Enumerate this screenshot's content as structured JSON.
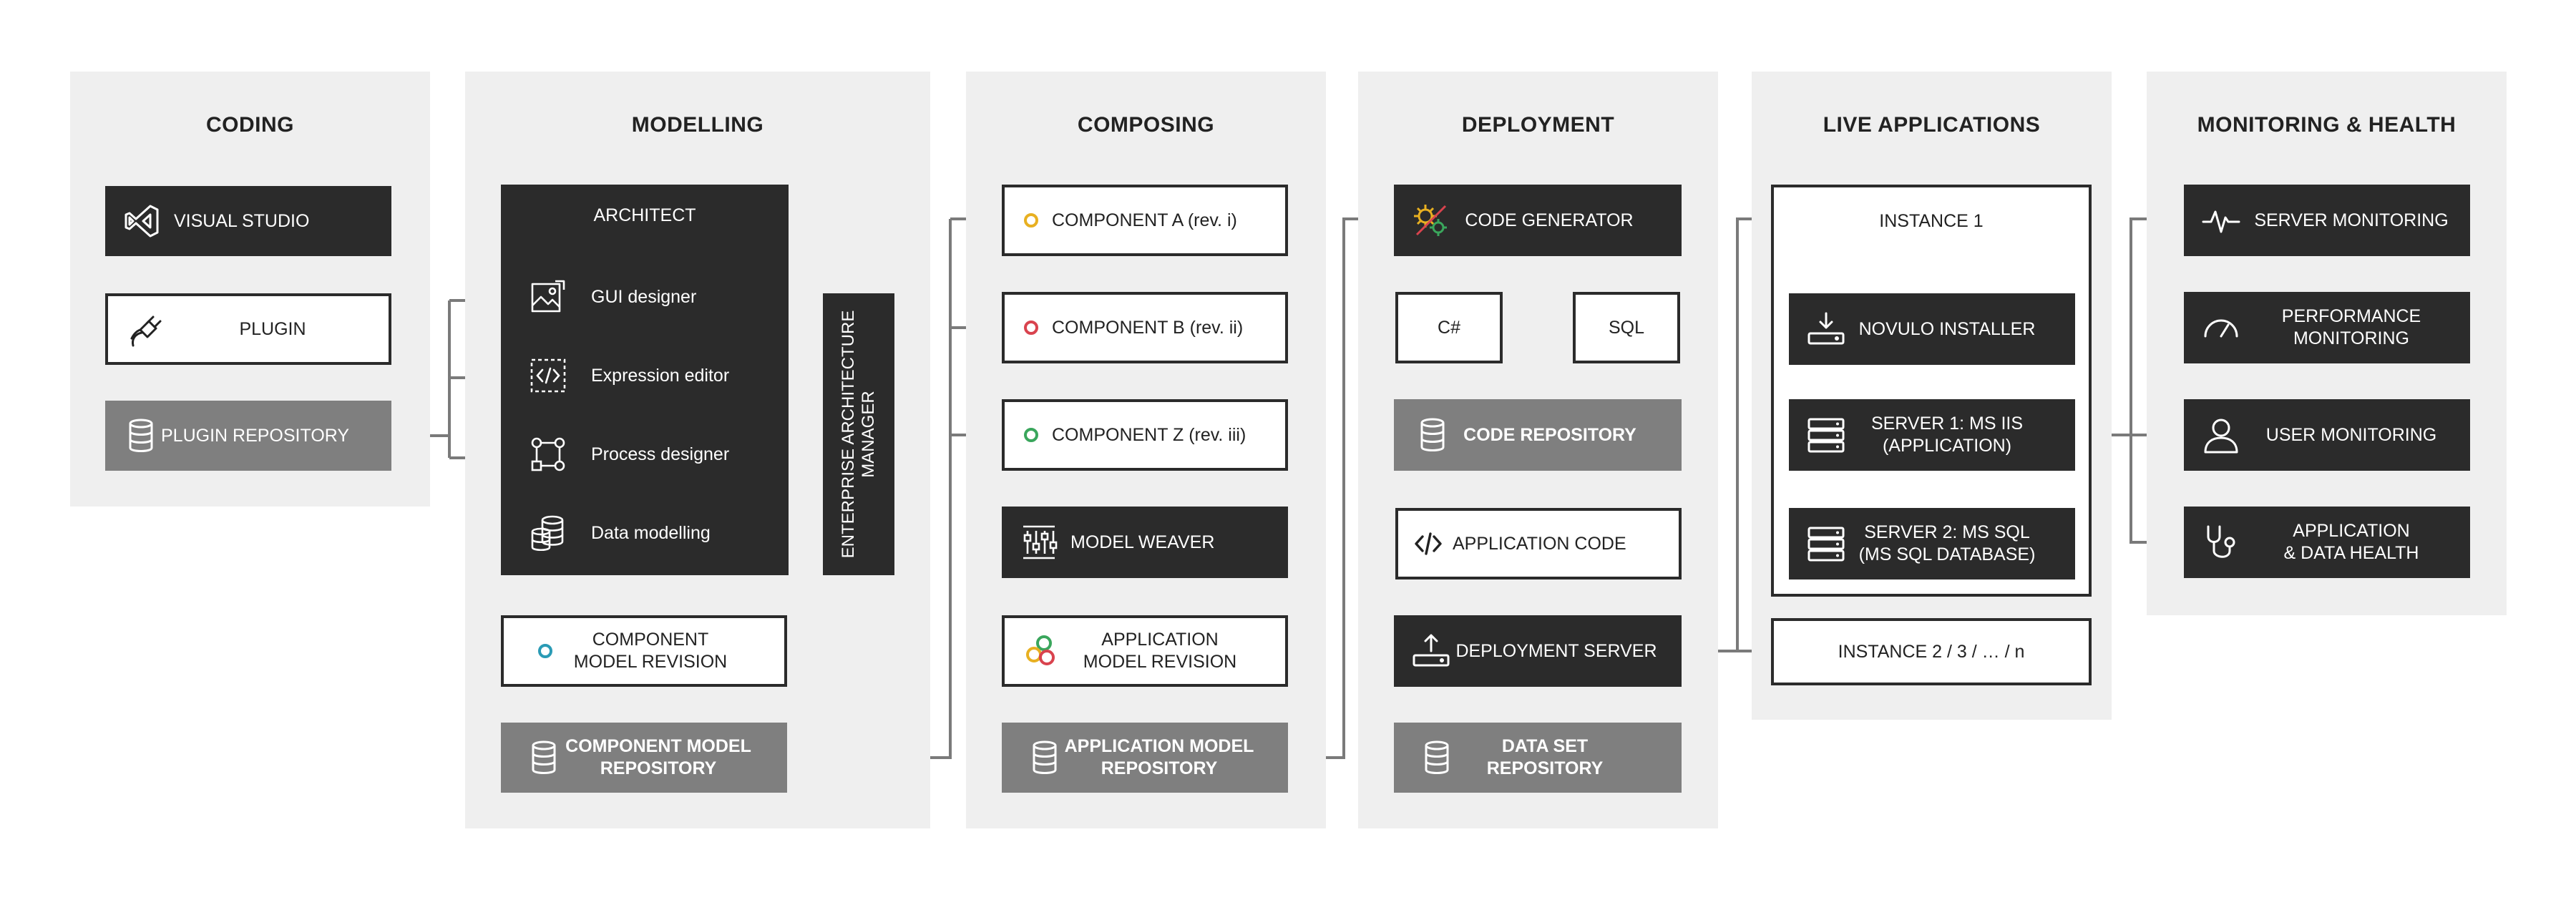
{
  "columns": {
    "coding": {
      "title": "CODING"
    },
    "modelling": {
      "title": "MODELLING"
    },
    "composing": {
      "title": "COMPOSING"
    },
    "deployment": {
      "title": "DEPLOYMENT"
    },
    "live": {
      "title": "LIVE APPLICATIONS"
    },
    "monitoring": {
      "title": "MONITORING & HEALTH"
    }
  },
  "coding": {
    "visual_studio": "VISUAL STUDIO",
    "plugin": "PLUGIN",
    "plugin_repository": "PLUGIN REPOSITORY"
  },
  "modelling": {
    "architect": {
      "title": "ARCHITECT",
      "items": [
        "GUI designer",
        "Expression editor",
        "Process designer",
        "Data modelling"
      ]
    },
    "eam": [
      "ENTERPRISE ARCHITECTURE",
      "MANAGER"
    ],
    "component_revision": [
      "COMPONENT",
      "MODEL REVISION"
    ],
    "component_repository": [
      "COMPONENT MODEL",
      "REPOSITORY"
    ]
  },
  "composing": {
    "component_a": "COMPONENT A (rev. i)",
    "component_b": "COMPONENT B (rev. ii)",
    "component_z": "COMPONENT Z (rev. iii)",
    "model_weaver": "MODEL WEAVER",
    "application_revision": [
      "APPLICATION",
      "MODEL REVISION"
    ],
    "application_repository": [
      "APPLICATION MODEL",
      "REPOSITORY"
    ]
  },
  "deployment": {
    "code_generator": "CODE GENERATOR",
    "csharp": "C#",
    "sql": "SQL",
    "code_repository": "CODE REPOSITORY",
    "application_code": "APPLICATION CODE",
    "deployment_server": "DEPLOYMENT SERVER",
    "data_set_repository": [
      "DATA SET",
      "REPOSITORY"
    ]
  },
  "live": {
    "instance_1": "INSTANCE 1",
    "novulo_installer": "NOVULO INSTALLER",
    "server_1": [
      "SERVER 1: MS IIS",
      "(APPLICATION)"
    ],
    "server_2": [
      "SERVER 2: MS SQL",
      "(MS SQL DATABASE)"
    ],
    "instance_n": "INSTANCE 2 / 3 / … / n"
  },
  "monitoring": {
    "server_monitoring": "SERVER MONITORING",
    "performance_monitoring": [
      "PERFORMANCE",
      "MONITORING"
    ],
    "user_monitoring": "USER MONITORING",
    "application_health": [
      "APPLICATION",
      "& DATA HEALTH"
    ]
  },
  "colors": {
    "dark": "#2b2b2b",
    "grey": "#7f7f7f",
    "panel": "#efefef",
    "wire": "#7a7a7a",
    "dot_yellow": "#e8b021",
    "dot_red": "#d9434e",
    "dot_green": "#3aa65c",
    "dot_teal": "#2a9bb5"
  },
  "icons": {
    "visual_studio": "visual-studio-icon",
    "plugin": "plug-icon",
    "repository": "database-icon",
    "gui_designer": "image-frame-icon",
    "expression_editor": "code-brackets-icon",
    "process_designer": "flow-nodes-icon",
    "data_modelling": "database-stack-icon",
    "model_weaver": "sliders-icon",
    "code_generator": "gears-icon",
    "application_code": "code-icon",
    "installer": "download-drive-icon",
    "deployment_server": "upload-drive-icon",
    "server": "server-rack-icon",
    "server_monitoring": "pulse-icon",
    "performance_monitoring": "gauge-icon",
    "user_monitoring": "user-icon",
    "application_health": "stethoscope-icon"
  }
}
